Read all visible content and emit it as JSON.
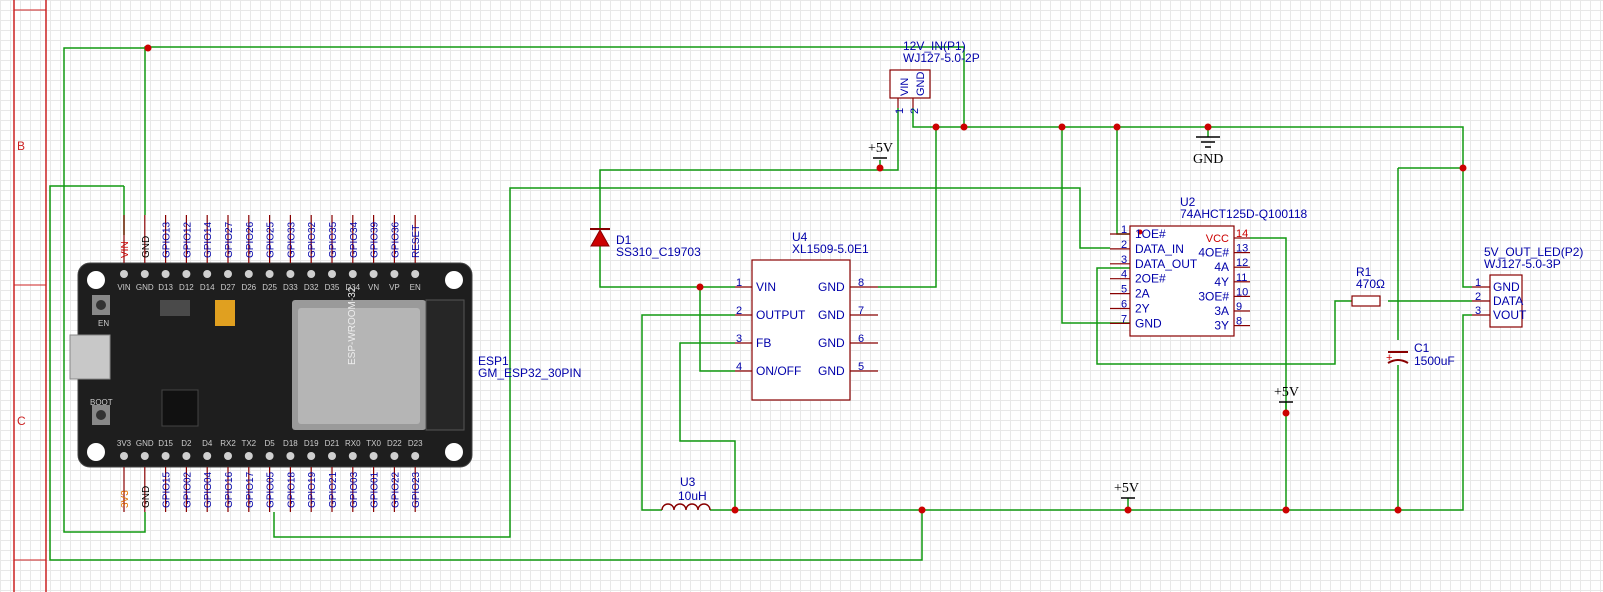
{
  "border": {
    "row_b": "B",
    "row_c": "C"
  },
  "colors": {
    "wire": "#119911",
    "pin": "#880000",
    "label": "#0000aa",
    "junction": "#cc0000"
  },
  "connector_p1": {
    "ref": "12V_IN(P1)",
    "value": "WJ127-5.0-2P",
    "pin1": "VIN",
    "pin2": "GND",
    "n1": "1",
    "n2": "2"
  },
  "power": {
    "plus5v": "+5V",
    "gnd": "GND"
  },
  "diode": {
    "ref": "D1",
    "value": "SS310_C19703"
  },
  "u4": {
    "ref": "U4",
    "value": "XL1509-5.0E1",
    "left_pins": [
      {
        "num": "1",
        "name": "VIN"
      },
      {
        "num": "2",
        "name": "OUTPUT"
      },
      {
        "num": "3",
        "name": "FB"
      },
      {
        "num": "4",
        "name": "ON/OFF"
      }
    ],
    "right_pins": [
      {
        "num": "8",
        "name": "GND"
      },
      {
        "num": "7",
        "name": "GND"
      },
      {
        "num": "6",
        "name": "GND"
      },
      {
        "num": "5",
        "name": "GND"
      }
    ]
  },
  "u3": {
    "ref": "U3",
    "value": "10uH"
  },
  "u2": {
    "ref": "U2",
    "value": "74AHCT125D-Q100118",
    "left_pins": [
      {
        "num": "1",
        "name": "1OE#"
      },
      {
        "num": "2",
        "name": "DATA_IN"
      },
      {
        "num": "3",
        "name": "DATA_OUT"
      },
      {
        "num": "4",
        "name": "2OE#"
      },
      {
        "num": "5",
        "name": "2A"
      },
      {
        "num": "6",
        "name": "2Y"
      },
      {
        "num": "7",
        "name": "GND"
      }
    ],
    "right_pins": [
      {
        "num": "14",
        "name": "VCC"
      },
      {
        "num": "13",
        "name": "4OE#"
      },
      {
        "num": "12",
        "name": "4A"
      },
      {
        "num": "11",
        "name": "4Y"
      },
      {
        "num": "10",
        "name": "3OE#"
      },
      {
        "num": "9",
        "name": "3A"
      },
      {
        "num": "8",
        "name": "3Y"
      }
    ]
  },
  "r1": {
    "ref": "R1",
    "value": "470Ω"
  },
  "c1": {
    "ref": "C1",
    "value": "1500uF",
    "polarity": "+"
  },
  "connector_p2": {
    "ref": "5V_OUT_LED(P2)",
    "value": "WJ127-5.0-3P",
    "pins": [
      {
        "num": "1",
        "name": "GND"
      },
      {
        "num": "2",
        "name": "DATA"
      },
      {
        "num": "3",
        "name": "VOUT"
      }
    ]
  },
  "esp": {
    "ref": "ESP1",
    "value": "GM_ESP32_30PIN",
    "top_nets": [
      "VIN",
      "GND",
      "GPIO13",
      "GPIO12",
      "GPIO14",
      "GPIO27",
      "GPIO26",
      "GPIO25",
      "GPIO33",
      "GPIO32",
      "GPIO35",
      "GPIO34",
      "GPIO39",
      "GPIO36",
      "RESET"
    ],
    "bottom_nets": [
      "3V3",
      "GND",
      "GPIO15",
      "GPIO02",
      "GPIO04",
      "GPIO16",
      "GPIO17",
      "GPIO05",
      "GPIO18",
      "GPIO19",
      "GPIO21",
      "GPIO03",
      "GPIO01",
      "GPIO22",
      "GPIO23"
    ],
    "top_silk": [
      "VIN",
      "GND",
      "D13",
      "D12",
      "D14",
      "D27",
      "D26",
      "D25",
      "D33",
      "D32",
      "D35",
      "D34",
      "VN",
      "VP",
      "EN"
    ],
    "bottom_silk": [
      "3V3",
      "GND",
      "D15",
      "D2",
      "D4",
      "RX2",
      "TX2",
      "D5",
      "D18",
      "D19",
      "D21",
      "RX0",
      "TX0",
      "D22",
      "D23"
    ],
    "btn_en": "EN",
    "btn_boot": "BOOT",
    "module": "ESP-WROOM-32"
  }
}
